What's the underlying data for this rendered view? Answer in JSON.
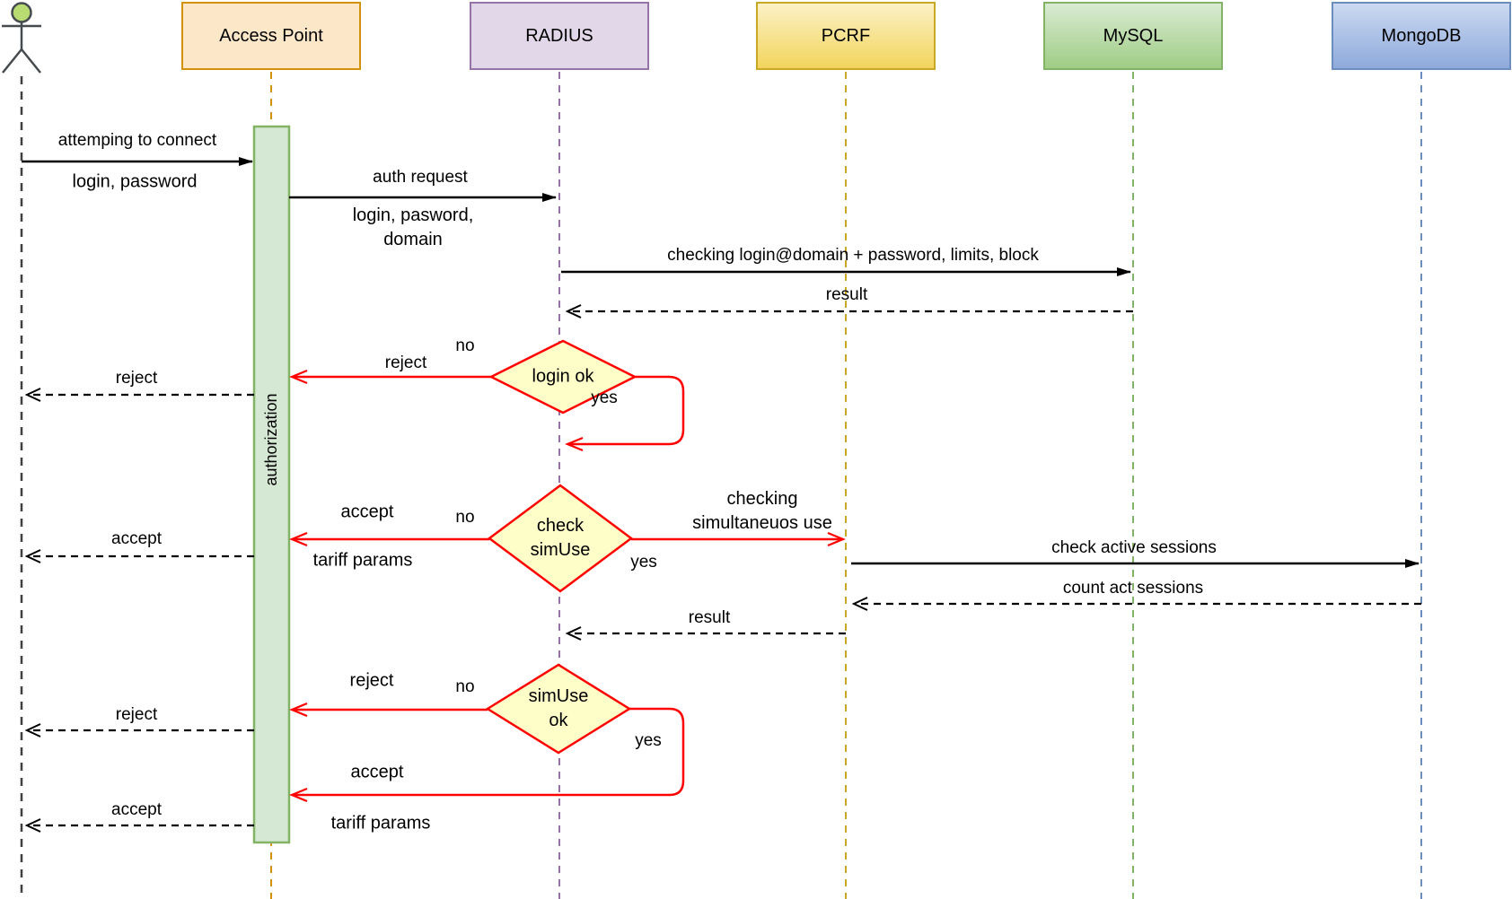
{
  "participants": {
    "access_point": {
      "label": "Access Point"
    },
    "radius": {
      "label": "RADIUS"
    },
    "pcrf": {
      "label": "PCRF"
    },
    "mysql": {
      "label": "MySQL"
    },
    "mongodb": {
      "label": "MongoDB"
    }
  },
  "activation": {
    "label": "authorization"
  },
  "decisions": {
    "login_ok": {
      "label": "login ok",
      "yes": "yes",
      "no": "no"
    },
    "check_simuse": {
      "label": "check\nsimUse",
      "yes": "yes",
      "no": "no"
    },
    "simuse_ok": {
      "label": "simUse\nok",
      "yes": "yes",
      "no": "no"
    }
  },
  "messages": {
    "attempt": {
      "label": "attemping to connect",
      "params": "login, password"
    },
    "auth_request": {
      "label": "auth request",
      "params": "login, pasword,\ndomain"
    },
    "check_login": {
      "label": "checking login@domain + password, limits, block"
    },
    "result_mysql": {
      "label": "result"
    },
    "reject_radius": {
      "label": "reject"
    },
    "reject_ap": {
      "label": "reject"
    },
    "accept_radius": {
      "label": "accept",
      "params": "tariff params"
    },
    "accept_ap": {
      "label": "accept"
    },
    "check_simultaneous": {
      "label": "checking\nsimultaneuos use"
    },
    "check_active_sessions": {
      "label": "check active sessions"
    },
    "count_act_sessions": {
      "label": "count act sessions"
    },
    "result_pcrf": {
      "label": "result"
    },
    "reject_radius_2": {
      "label": "reject"
    },
    "reject_ap_2": {
      "label": "reject"
    },
    "accept_radius_2": {
      "label": "accept",
      "params": "tariff params"
    },
    "accept_ap_2": {
      "label": "accept"
    }
  },
  "colors": {
    "arrow_black": "#000000",
    "arrow_red": "#FF0000",
    "decision_fill": "#FEFEC8",
    "decision_border": "#FF0000",
    "activation_fill": "#D5E8D4",
    "activation_border": "#82B366",
    "actor_head_fill": "#B8DC72",
    "actor_stroke": "#454B4F",
    "access_point_fill": "#FDE7C9",
    "access_point_border": "#D2920B",
    "radius_fill": "#E2D7E8",
    "radius_border": "#9673A6",
    "pcrf_fill_top": "#FCF1C6",
    "pcrf_fill_bottom": "#F2D45C",
    "pcrf_border": "#C9A826",
    "mysql_fill_top": "#D9EBD2",
    "mysql_fill_bottom": "#9FCD85",
    "mysql_border": "#82B366",
    "mongodb_fill_top": "#CBDAF1",
    "mongodb_fill_bottom": "#8EA9DB",
    "mongodb_border": "#6C8EBF"
  }
}
